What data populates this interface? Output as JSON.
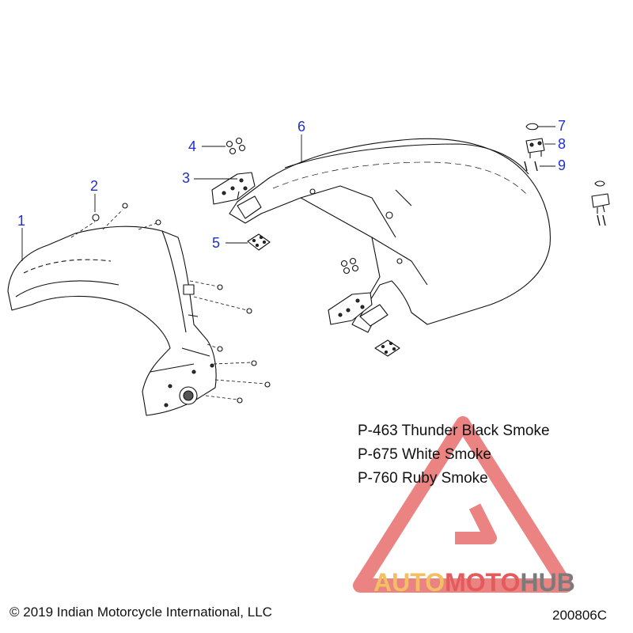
{
  "callouts": [
    {
      "label": "1"
    },
    {
      "label": "2"
    },
    {
      "label": "3"
    },
    {
      "label": "4"
    },
    {
      "label": "5"
    },
    {
      "label": "6"
    },
    {
      "label": "7"
    },
    {
      "label": "8"
    },
    {
      "label": "9"
    }
  ],
  "paint_codes": [
    "P-463 Thunder Black Smoke",
    "P-675 White Smoke",
    "P-760 Ruby Smoke"
  ],
  "copyright": "© 2019 Indian Motorcycle International, LLC",
  "drawing_number": "200806C",
  "watermark": {
    "part1": "AUTO",
    "part2": "MOTO",
    "part3": "HUB",
    "colors": {
      "auto": "#f2bf62",
      "moto": "#e55a5a",
      "hub": "#7b7b7b",
      "triangle": "#e55a5a"
    }
  },
  "colors": {
    "callout": "#1f2fd0",
    "line": "#111111"
  }
}
